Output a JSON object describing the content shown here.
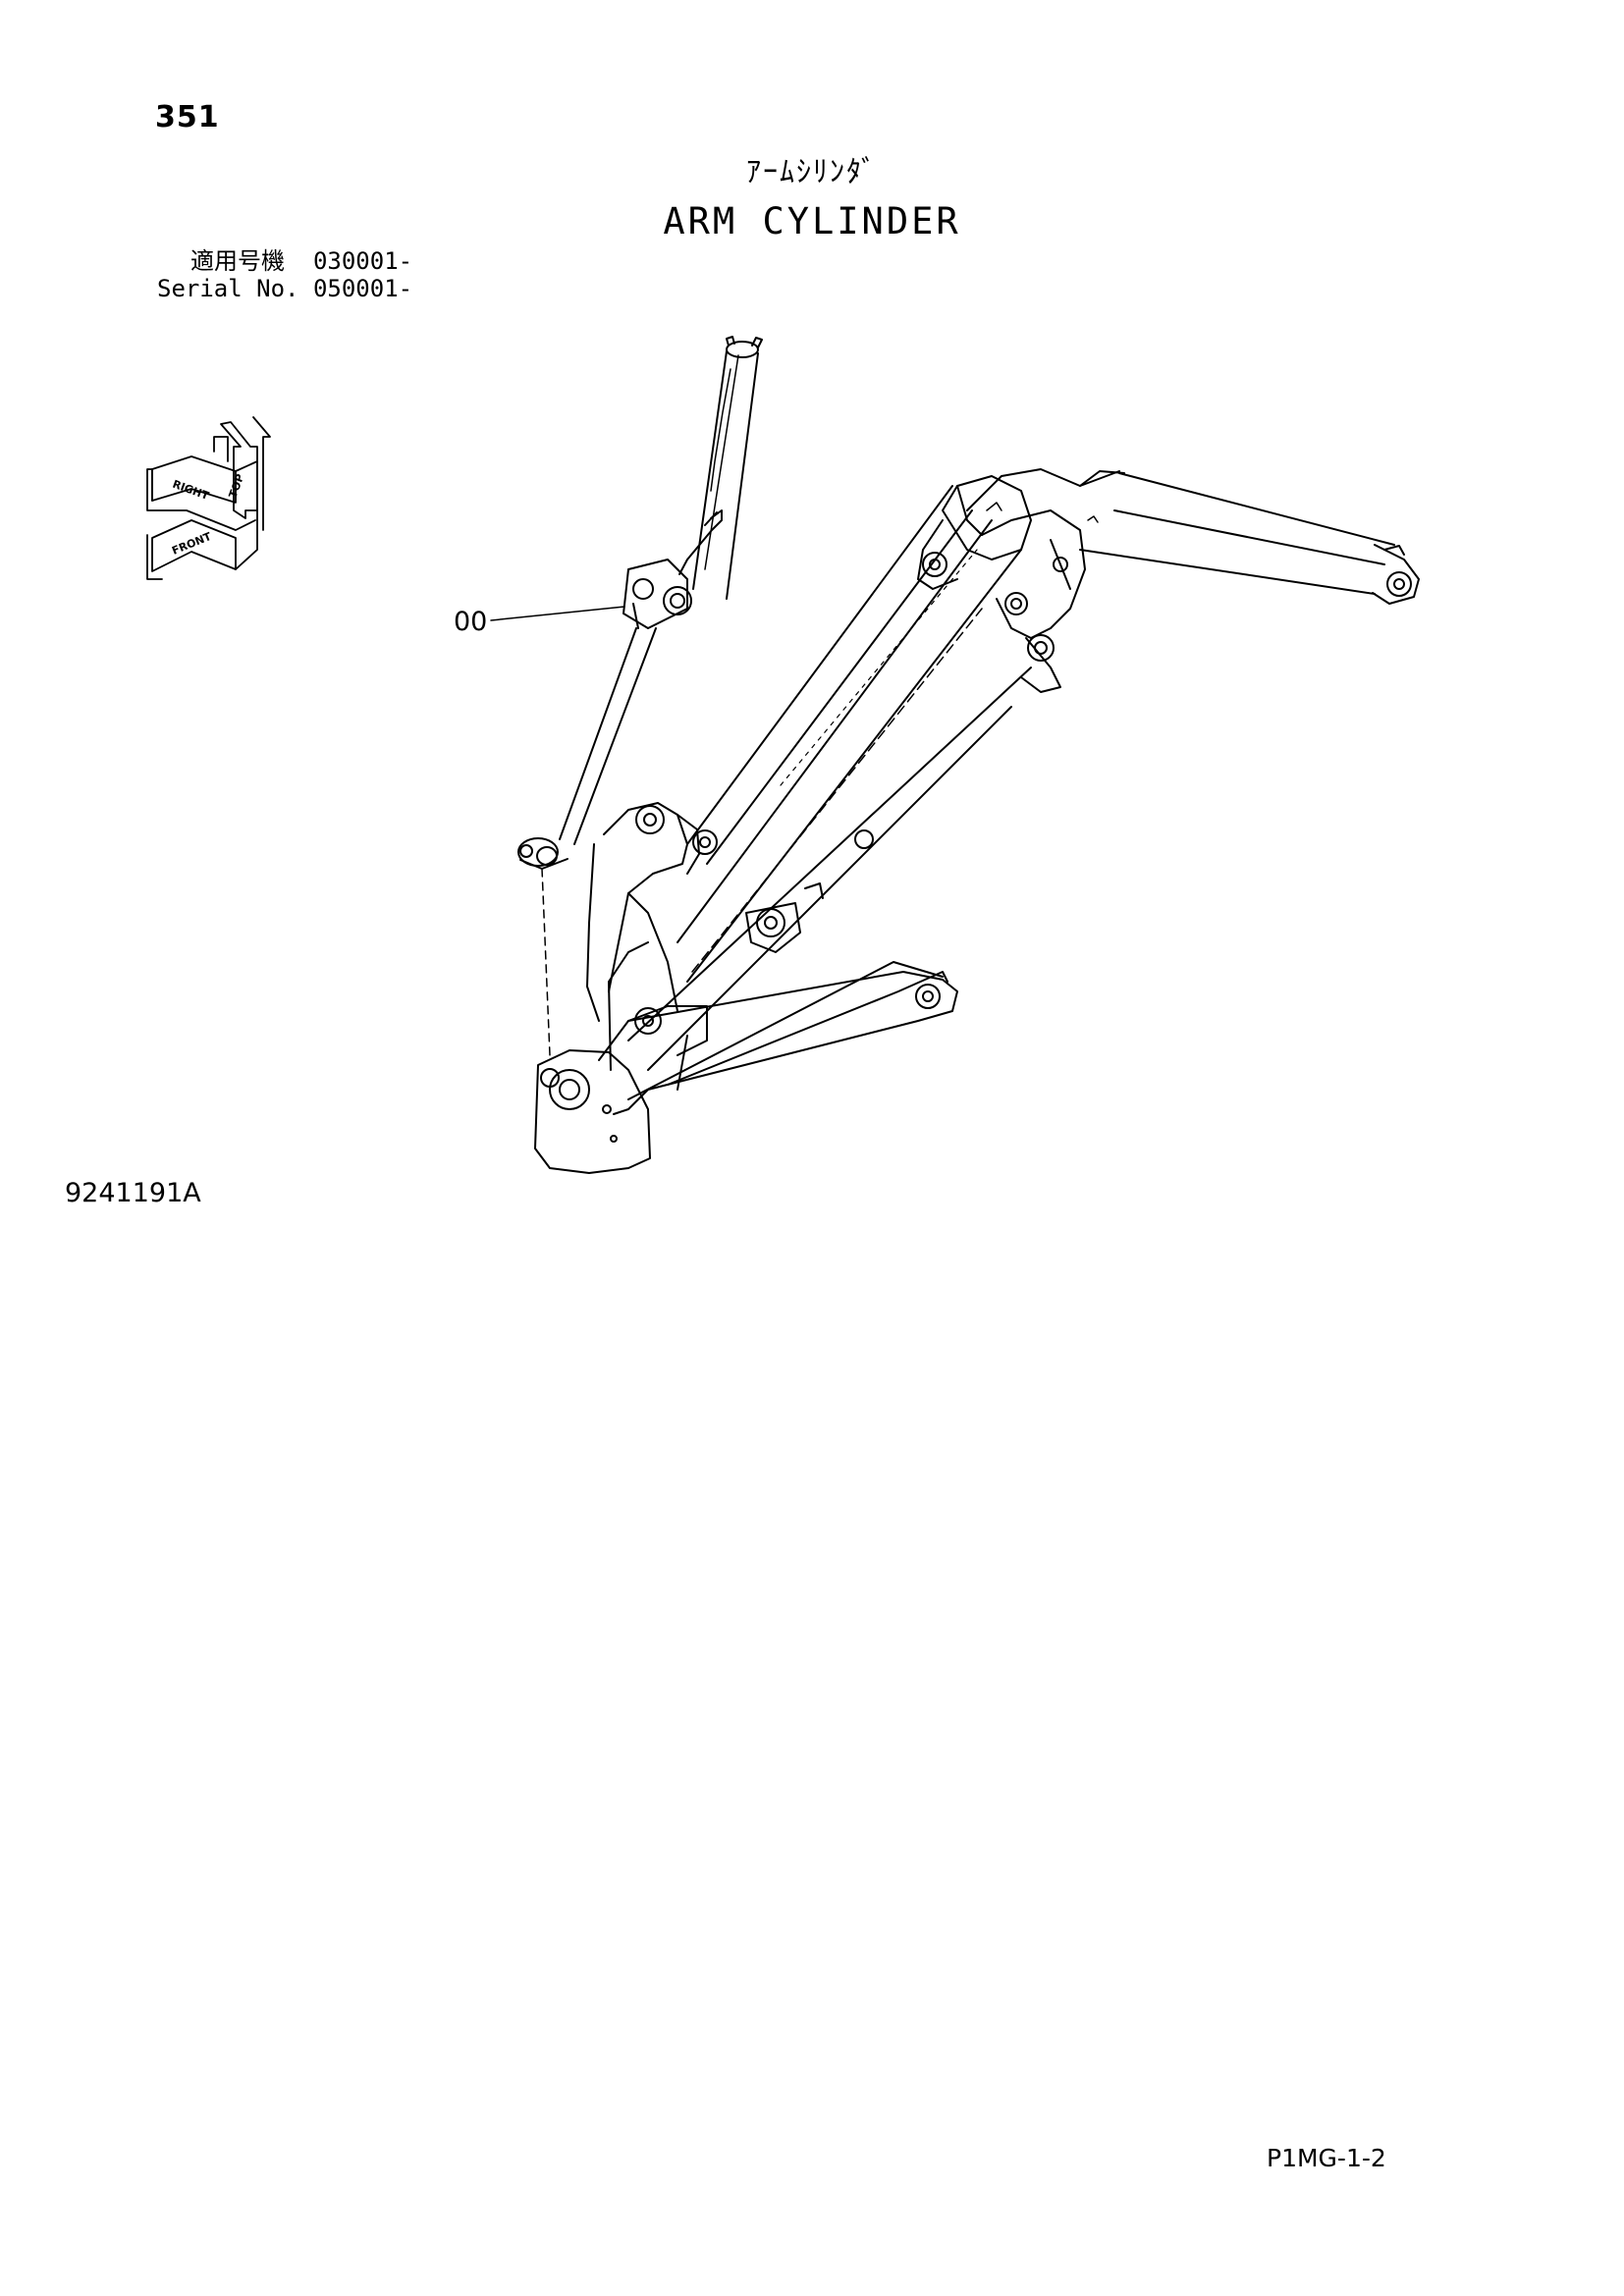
{
  "page": {
    "number": "351",
    "title_jp": "ｱｰﾑｼﾘﾝﾀﾞ",
    "title_en": "ARM CYLINDER",
    "serial_label_jp": "適用号機",
    "serial_value_jp": "030001-",
    "serial_label_en": "Serial No.",
    "serial_value_en": "050001-",
    "callout": "00",
    "drawing_code": "9241191A",
    "page_code": "P1MG-1-2"
  },
  "orientation_icon": {
    "labels": [
      "TOP",
      "RIGHT",
      "FRONT"
    ]
  }
}
